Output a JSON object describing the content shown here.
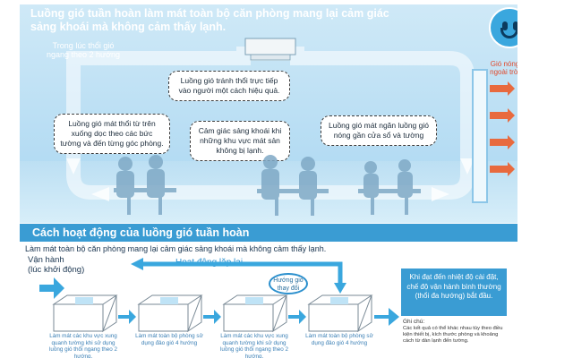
{
  "top": {
    "title": "Luồng gió tuần hoàn làm mát toàn bộ căn phòng mang lại cảm giác sảng khoái mà không cảm thấy lạnh.",
    "left_label": "Trong lúc thổi gió ngang theo 2 hướng",
    "side_label": "Gió nóng ngoài trời",
    "bubbles": {
      "top_center": "Luồng gió tránh thổi trực tiếp vào người một cách hiệu quả.",
      "left": "Luồng gió mát thổi từ trên xuống dọc theo các bức tường và đến từng góc phòng.",
      "center": "Cảm giác sảng khoái khi những khu vực mát sản không bị lạnh.",
      "right": "Luồng gió mát ngăn luồng gió nóng gần cửa sổ và tường"
    }
  },
  "section": {
    "title": "Cách hoạt động của luồng gió tuần hoàn",
    "intro": "Làm mát toàn bộ căn phòng mang lại cảm giác sảng khoái mà không cảm thấy lạnh.",
    "operation_label_1": "Vận hành",
    "operation_label_2": "(lúc khởi động)",
    "loop_label": "Hoạt động lặp lại",
    "change_label": "Hướng gió thay đổi",
    "captions": [
      "Làm mát các khu vực xung quanh tường khi sử dụng luồng gió thổi ngang theo 2 hướng.",
      "Làm mát toàn bộ phòng sử dụng đảo gió 4 hướng",
      "Làm mát các khu vực xung quanh tường khi sử dụng luồng gió thổi ngang theo 2 hướng.",
      "Làm mát toàn bộ phòng sử dụng đảo gió 4 hướng"
    ],
    "note": "Khi đạt đến nhiệt độ cài đặt, chế độ vận hành bình thường (thổi đa hướng) bắt đầu.",
    "footnote_title": "Ghi chú:",
    "footnote": "Các kết quả có thể khác nhau tùy theo điều kiện thiết bị, kích thước phòng và khoảng cách từ dàn lạnh đến tường."
  },
  "colors": {
    "accent": "#3a9cd3",
    "sky": "#cfe9f7",
    "warm": "#e24a2c",
    "arrow": "#ffffff"
  }
}
